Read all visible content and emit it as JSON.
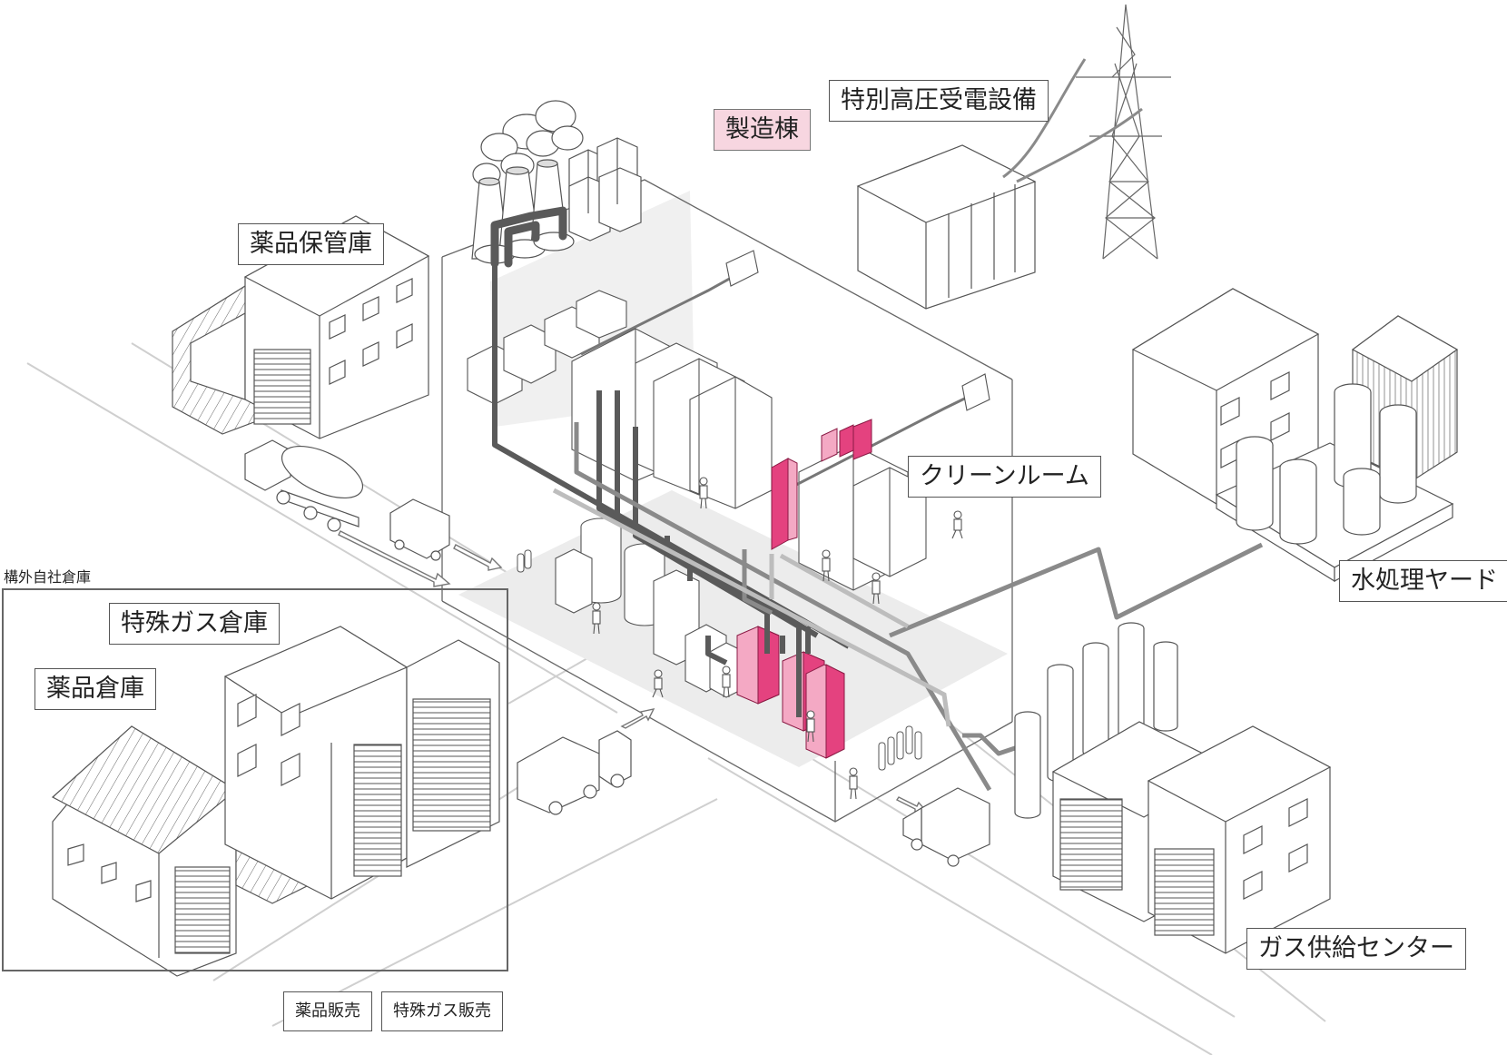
{
  "labels": {
    "seizo": "製造棟",
    "tokubetsu_kouatsu": "特別高圧受電設備",
    "yakuhin_hokanko": "薬品保管庫",
    "clean_room": "クリーンルーム",
    "mizu_shori": "水処理ヤード",
    "gas_kyokyu": "ガス供給センター",
    "kogai_souko": "構外自社倉庫",
    "tokushu_gas_souko": "特殊ガス倉庫",
    "yakuhin_souko": "薬品倉庫",
    "yakuhin_hanbai": "薬品販売",
    "tokushu_gas_hanbai": "特殊ガス販売"
  },
  "colors": {
    "accent_pink": "#e4427f",
    "light_pink": "#f4a9c4",
    "label_pink_bg": "#f7d6e0",
    "pipe_dark": "#5a5a5a",
    "pipe_mid": "#8a8a8a",
    "pipe_light": "#bdbdbd",
    "floor_gray": "#ebebeb",
    "line": "#444444"
  }
}
